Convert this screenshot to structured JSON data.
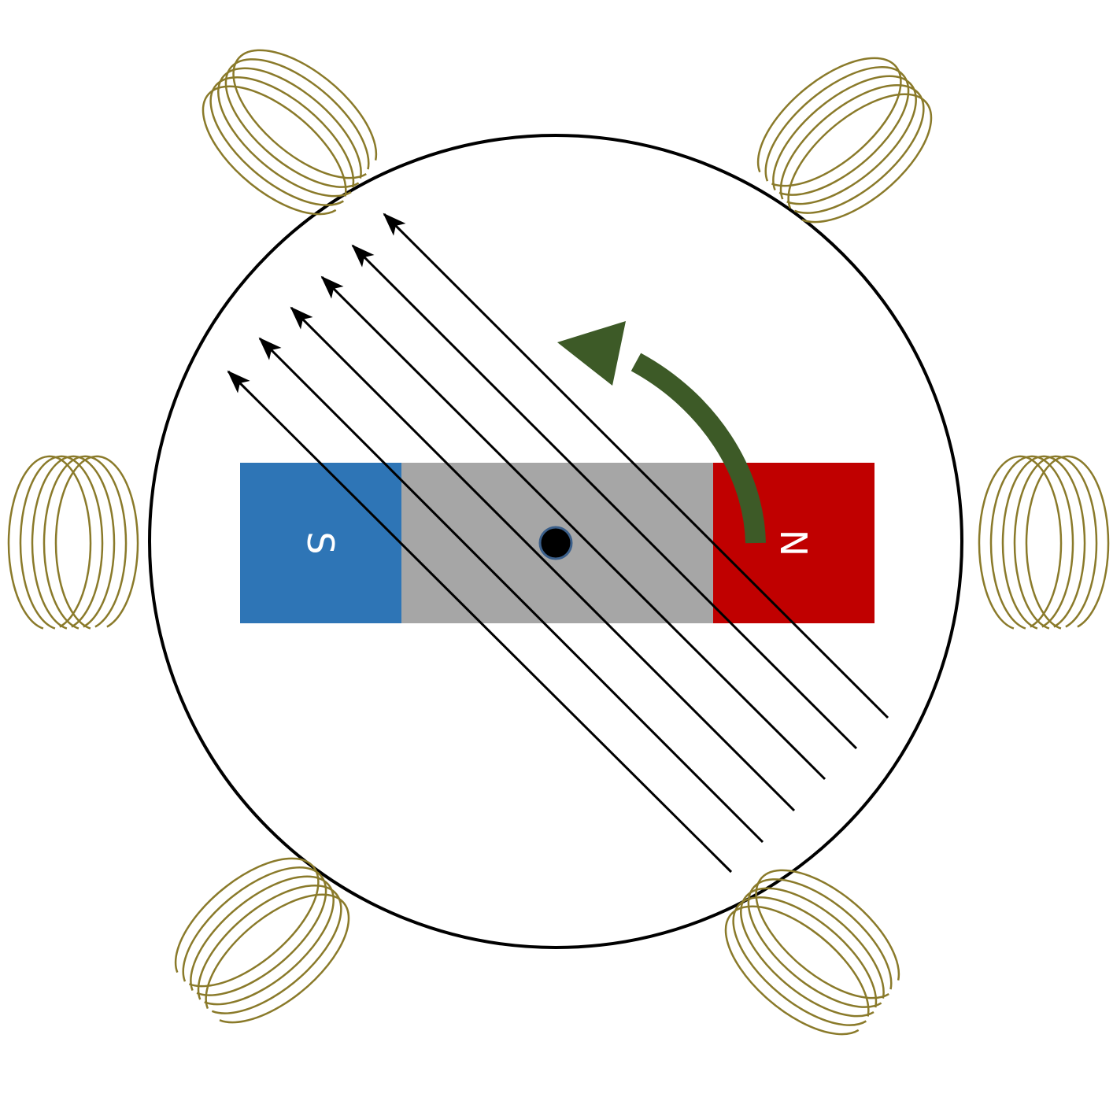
{
  "magnet": {
    "south_label": "S",
    "north_label": "N",
    "colors": {
      "south": "#2e75b6",
      "north": "#c00000",
      "body": "#a6a6a6"
    }
  },
  "stator": {
    "coil_color": "#8a7a2a",
    "coil_count": 6
  },
  "field": {
    "line_count": 6,
    "line_color": "#000000"
  },
  "rotation_arrow": {
    "direction": "counterclockwise",
    "color": "#3d5a27"
  }
}
